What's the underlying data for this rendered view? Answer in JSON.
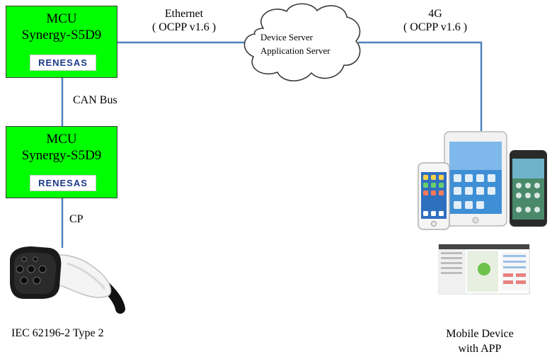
{
  "mcu_top": {
    "title": "MCU",
    "model": "Synergy-S5D9",
    "logo": "RENESAS"
  },
  "mcu_bottom": {
    "title": "MCU",
    "model": "Synergy-S5D9",
    "logo": "RENESAS"
  },
  "links": {
    "ethernet": {
      "line1": "Ethernet",
      "line2": "( OCPP v1.6 )"
    },
    "cellular": {
      "line1": "4G",
      "line2": "( OCPP v1.6 )"
    },
    "can": "CAN Bus",
    "cp": "CP"
  },
  "cloud": {
    "line1": "Device Server",
    "line2": "Application Server"
  },
  "connector_label": "IEC 62196-2 Type 2",
  "mobile_label": {
    "line1": "Mobile Device",
    "line2": "with APP"
  },
  "colors": {
    "mcu_fill": "#00ff00",
    "link_line": "#4f81bd",
    "renesas_blue": "#1d3b8b"
  },
  "icons": [
    "cloud-icon",
    "ev-connector-icon",
    "tablet-icon",
    "phone-icon",
    "app-screenshot-icon"
  ]
}
